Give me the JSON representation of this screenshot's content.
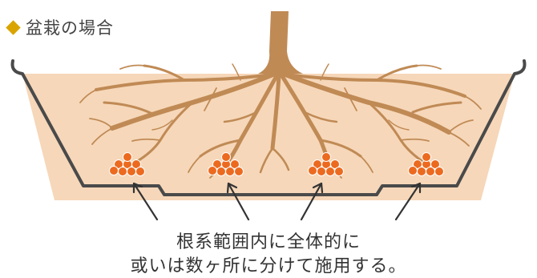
{
  "title": "盆栽の場合",
  "caption_line1": "根系範囲内に全体的に",
  "caption_line2": "或いは数ヶ所に分けて施用する。",
  "fertilizer_clusters": 4,
  "colors": {
    "soil": "#f6d7b9",
    "pot_outline": "#4a4a4a",
    "roots": "#c08a55",
    "fertilizer": "#ec6a1f",
    "diamond": "#d9a400",
    "arrow": "#333333"
  }
}
